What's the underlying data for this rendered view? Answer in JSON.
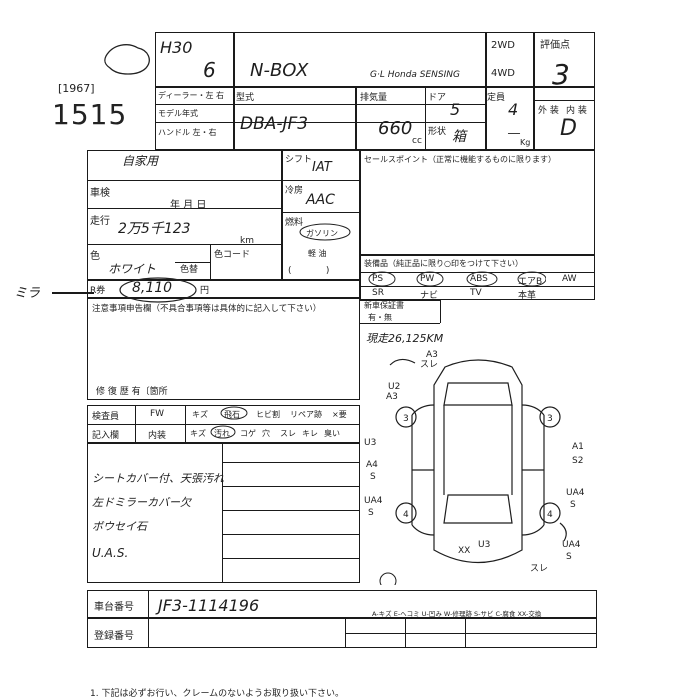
{
  "lot_code": "[1967]",
  "lot_number": "1515",
  "left_mark": "ミラ",
  "header": {
    "year": "H30",
    "month": "6",
    "model": "N-BOX",
    "grade": "G·L Honda SENSING",
    "drive_2wd": "2WD",
    "drive_4wd": "4WD",
    "score_label": "評価点",
    "score": "3",
    "exterior_label": "外 装",
    "interior_label": "内 装",
    "interior_score": "D"
  },
  "labels": {
    "dealer": "ディーラー・左 右",
    "model_year": "モデル年式",
    "handle": "ハンドル 左・右",
    "type": "型式",
    "displacement": "排気量",
    "doors": "ドア",
    "capacity": "定員",
    "shape": "形状",
    "cc": "cc",
    "kg": "Kg",
    "shaken": "車検",
    "mileage": "走行",
    "km": "km",
    "color": "色",
    "color_code": "色コード",
    "color_change": "色替",
    "recycle": "R券",
    "recycle_yen": "円",
    "shift": "シフト",
    "aircon": "冷房",
    "fuel": "燃料",
    "fuel_gasoline": "ガソリン",
    "fuel_light_oil": "軽 油",
    "sales_point_title": "セールスポイント（正常に機能するものに限ります）",
    "equipment_title": "装備品（純正品に限り○印をつけて下さい）",
    "new_car_warranty": "新車保証書",
    "warranty_options": "有・無",
    "notes_title": "注意事項申告欄（不具合事項等は具体的に記入して下さい）",
    "repair_history": "修 復 歴 有〔箇所",
    "inspector": "検査員",
    "record_column": "記入欄",
    "frame_label": "車台番号",
    "registration_label": "登録番号",
    "legend": "A-キズ  E-ヘコミ  U-凹み  W-修理跡  S-サビ  C-腐食  XX-交換"
  },
  "row_fw": [
    "FW",
    "キズ",
    "飛石",
    "ヒビ割",
    "リペア跡",
    "×要"
  ],
  "row_interior": [
    "内装",
    "キズ",
    "汚れ",
    "コゲ",
    "穴",
    "スレ",
    "キレ",
    "臭い"
  ],
  "equipment": {
    "row1": [
      "PS",
      "PW",
      "ABS",
      "エアB",
      "AW"
    ],
    "row2": [
      "SR",
      "ナビ",
      "TV",
      "本革"
    ]
  },
  "values": {
    "type_code": "DBA-JF3",
    "displacement": "660",
    "doors": "5",
    "capacity": "4",
    "shape": "箱",
    "weight": "―",
    "usage": "自家用",
    "shaken": "年   月   日",
    "mileage": "2万5千123",
    "color": "ホワイト",
    "recycle": "8,110",
    "shift": "IAT",
    "aircon": "AAC",
    "sales_point_note": "現走26,125KM",
    "vin": "JF3-1114196"
  },
  "remarks": [
    "シートカバー付、天張汚れ",
    "左ドミラーカバー欠",
    "ボウセイ石",
    "U.A.S."
  ],
  "diagram_marks": [
    "A3",
    "スレ",
    "U2",
    "A3",
    "U3",
    "A4",
    "S",
    "UA4",
    "S",
    "A1",
    "S2",
    "UA4",
    "S",
    "UA4",
    "S",
    "XX",
    "U3",
    "スレ",
    "3",
    "3",
    "4",
    "4"
  ],
  "footer_note": "1. 下記は必ずお行い、クレームのないようお取り扱い下さい。"
}
